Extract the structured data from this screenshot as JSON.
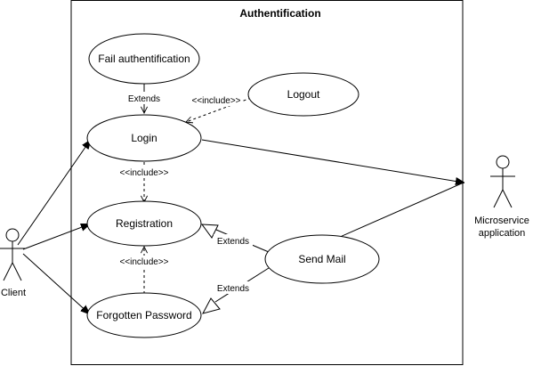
{
  "boundary": {
    "title": "Authentification"
  },
  "actors": {
    "client": {
      "label": "Client"
    },
    "microservice": {
      "label_line1": "Microservice",
      "label_line2": "application"
    }
  },
  "use_cases": {
    "fail": "Fail authentification",
    "logout": "Logout",
    "login": "Login",
    "registration": "Registration",
    "send_mail": "Send Mail",
    "forgotten": "Forgotten Password"
  },
  "relations": {
    "extends": "Extends",
    "include": "<<include>>"
  }
}
